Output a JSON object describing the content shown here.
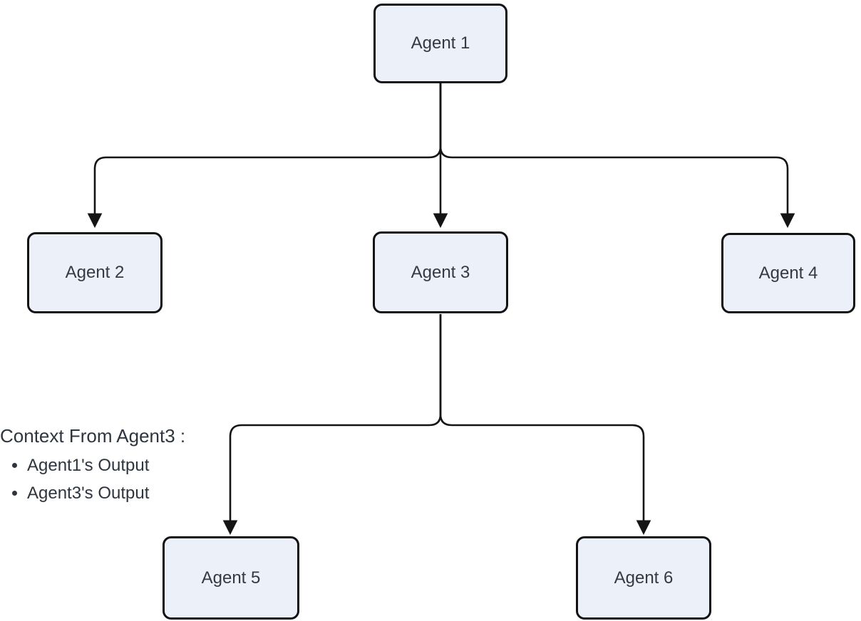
{
  "diagram": {
    "type": "flowchart-tree",
    "background_color": "#ffffff",
    "node_fill_color": "#ecf1f9",
    "node_border_color": "#121212",
    "edge_color": "#141414",
    "text_color": "#333a44",
    "nodes": [
      {
        "id": "agent1",
        "label": "Agent 1"
      },
      {
        "id": "agent2",
        "label": "Agent 2"
      },
      {
        "id": "agent3",
        "label": "Agent 3"
      },
      {
        "id": "agent4",
        "label": "Agent 4"
      },
      {
        "id": "agent5",
        "label": "Agent 5"
      },
      {
        "id": "agent6",
        "label": "Agent 6"
      }
    ],
    "edges": [
      {
        "from": "Agent 1",
        "to": "Agent 2"
      },
      {
        "from": "Agent 1",
        "to": "Agent 3"
      },
      {
        "from": "Agent 1",
        "to": "Agent 4"
      },
      {
        "from": "Agent 3",
        "to": "Agent 5"
      },
      {
        "from": "Agent 3",
        "to": "Agent 6"
      }
    ],
    "annotation": {
      "title": "Context From Agent3 :",
      "items": [
        "Agent1's Output",
        "Agent3's Output"
      ]
    }
  }
}
